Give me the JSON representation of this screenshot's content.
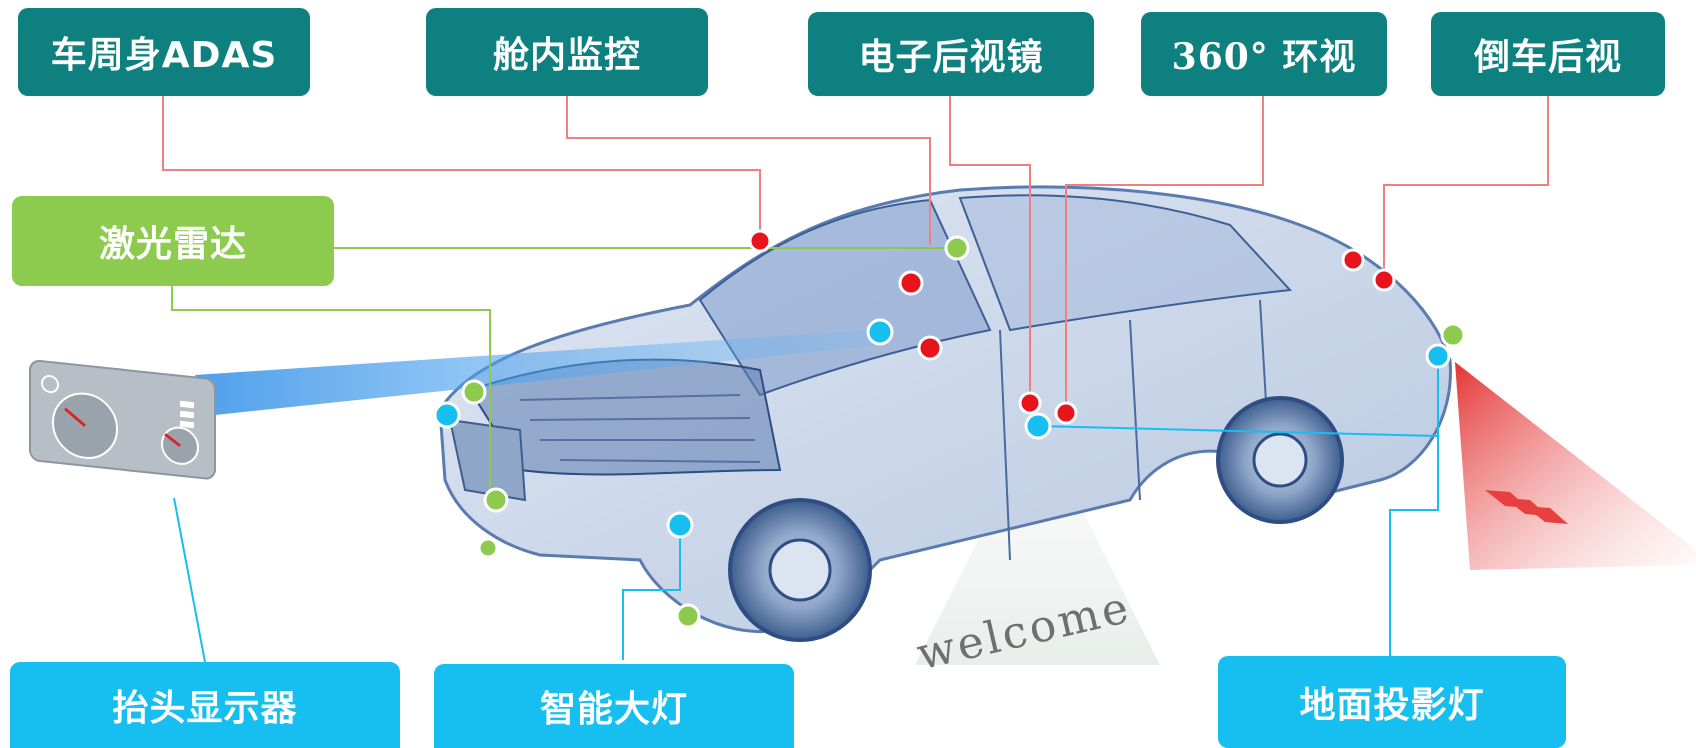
{
  "labels": {
    "adas": "车周身ADAS",
    "cabin_monitor": "舱内监控",
    "e_mirror": "电子后视镜",
    "surround_view": "360° 环视",
    "reverse_view": "倒车后视",
    "lidar": "激光雷达",
    "hud": "抬头显示器",
    "smart_headlight": "智能大灯",
    "ground_projection": "地面投影灯"
  },
  "projection_text": "welcome",
  "colors": {
    "teal": "#0f8080",
    "green": "#8ccb4e",
    "cyan": "#17bff0",
    "red_dot": "#e8141c",
    "red_line": "#f08080"
  }
}
